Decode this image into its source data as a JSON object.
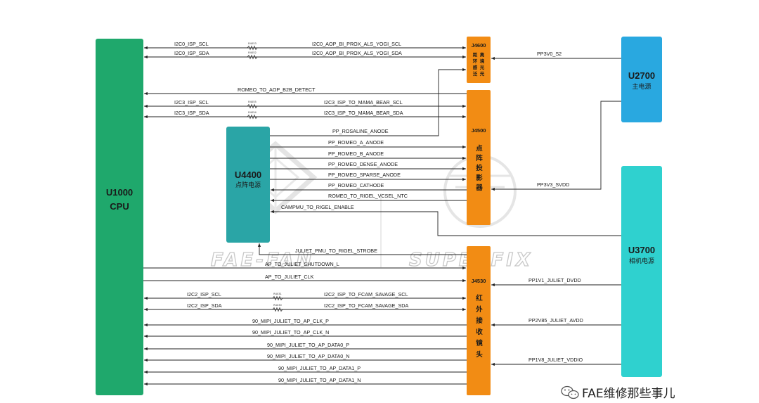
{
  "blocks": {
    "u1000": {
      "name": "U1000",
      "subtitle": "CPU",
      "color": "#1fa86c"
    },
    "u4400": {
      "name": "U4400",
      "subtitle": "点阵电源",
      "color": "#2aa5a6"
    },
    "u2700": {
      "name": "U2700",
      "subtitle": "主电源",
      "color": "#29a8e0"
    },
    "u3700": {
      "name": "U3700",
      "subtitle": "相机电源",
      "color": "#2fd1cf"
    }
  },
  "connectors": {
    "j4600": {
      "name": "J4600",
      "chars": [
        "距",
        "离",
        "环",
        "境",
        "感",
        "光",
        "泛",
        "光"
      ],
      "color": "#f28c14"
    },
    "j4500": {
      "name": "J4500",
      "chars": [
        "点",
        "阵",
        "投",
        "影",
        "器"
      ],
      "color": "#f28c14"
    },
    "j4530": {
      "name": "J4530",
      "chars": [
        "红",
        "外",
        "接",
        "收",
        "镜",
        "头"
      ],
      "color": "#f28c14"
    }
  },
  "signals": {
    "i2c0_scl_l": "I2C0_ISP_SCL",
    "i2c0_scl_r": "I2C0_AOP_BI_PROX_ALS_YOGI_SCL",
    "i2c0_sda_l": "I2C0_ISP_SDA",
    "i2c0_sda_r": "I2C0_AOP_BI_PROX_ALS_YOGI_SDA",
    "romeo_b2b": "ROMEO_TO_AOP_B2B_DETECT",
    "i2c3_scl_l": "I2C3_ISP_SCL",
    "i2c3_scl_r": "I2C3_ISP_TO_MAMA_BEAR_SCL",
    "i2c3_sda_l": "I2C3_ISP_SDA",
    "i2c3_sda_r": "I2C3_ISP_TO_MAMA_BEAR_SDA",
    "rosaline": "PP_ROSALINE_ANODE",
    "romeo_a": "PP_ROMEO_A_ANODE",
    "romeo_b": "PP_ROMEO_B_ANODE",
    "romeo_dense": "PP_ROMEO_DENSE_ANODE",
    "romeo_sparse": "PP_ROMEO_SPARSE_ANODE",
    "romeo_cathode": "PP_ROMEO_CATHODE",
    "vcsel_ntc": "ROMEO_TO_RIGEL_VCSEL_NTC",
    "campmu": "CAMPMU_TO_RIGEL_ENABLE",
    "strobe": "JULIET_PMU_TO_RIGEL_STROBE",
    "shutdown": "AP_TO_JULIET_SHUTDOWN_L",
    "juliet_clk": "AP_TO_JULIET_CLK",
    "i2c2_scl_l": "I2C2_ISP_SCL",
    "i2c2_scl_r": "I2C2_ISP_TO_FCAM_SAVAGE_SCL",
    "i2c2_sda_l": "I2C2_ISP_SDA",
    "i2c2_sda_r": "I2C2_ISP_TO_FCAM_SAVAGE_SDA",
    "mipi_clk_p": "90_MIPI_JULIET_TO_AP_CLK_P",
    "mipi_clk_n": "90_MIPI_JULIET_TO_AP_CLK_N",
    "mipi_d0_p": "90_MIPI_JULIET_TO_AP_DATA0_P",
    "mipi_d0_n": "90_MIPI_JULIET_TO_AP_DATA0_N",
    "mipi_d1_p": "90_MIPI_JULIET_TO_AP_DATA1_P",
    "mipi_d1_n": "90_MIPI_JULIET_TO_AP_DATA1_N",
    "pp3v0_s2": "PP3V0_S2",
    "pp3v3_svdd": "PP3V3_SVDD",
    "pp1v1_dvdd": "PP1V1_JULIET_DVDD",
    "pp2v85_avdd": "PP2V85_JULIET_AVDD",
    "pp1v8_vddio": "PP1V8_JULIET_VDDIO"
  },
  "resistors": {
    "r1": "R4053",
    "r2": "R4052",
    "r3": "R4055",
    "r4": "R4054",
    "r5": "R4031",
    "r6": "R4030"
  },
  "watermarks": {
    "left": "FAE-FAN",
    "right": "SUPERFIX"
  },
  "footer": "FAE维修那些事儿",
  "footer_icon": "wechat-icon"
}
